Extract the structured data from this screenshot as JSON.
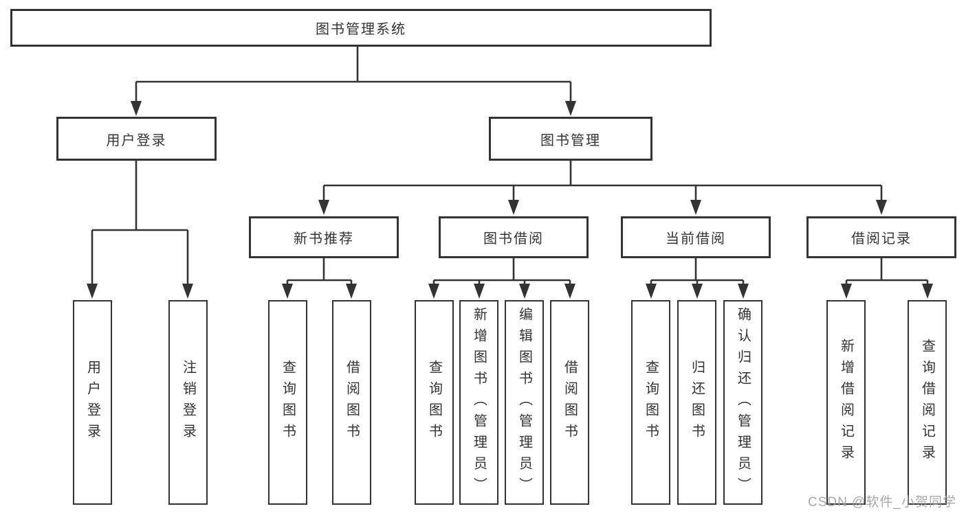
{
  "tree": {
    "root": "图书管理系统",
    "level2": [
      "用户登录",
      "图书管理"
    ],
    "level3": [
      "新书推荐",
      "图书借阅",
      "当前借阅",
      "借阅记录"
    ],
    "leaves": {
      "login": [
        "用户登录",
        "注销登录"
      ],
      "newbook": [
        "查询图书",
        "借阅图书"
      ],
      "borrow": [
        "查询图书",
        "新增图书（管理员）",
        "编辑图书（管理员）",
        "借阅图书"
      ],
      "current": [
        "查询图书",
        "归还图书",
        "确认归还（管理员）"
      ],
      "records": [
        "新增借阅记录",
        "查询借阅记录"
      ]
    }
  },
  "watermark": "CSDN @软件_小贺同学",
  "colors": {
    "line": "#333333",
    "text": "#333333",
    "background": "#ffffff",
    "watermark": "#a09f9f"
  }
}
